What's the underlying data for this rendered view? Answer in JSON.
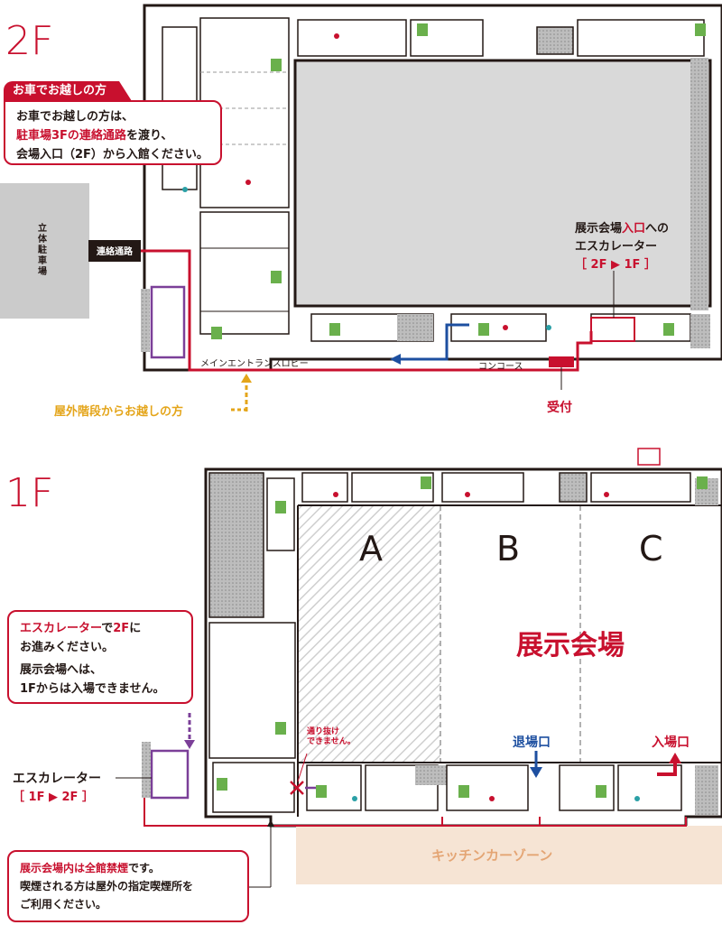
{
  "floor2": {
    "floor_label": "2F",
    "car_callout": {
      "tab": "お車でお越しの方",
      "line1": "お車でお越しの方は、",
      "line2_red": "駐車場3Fの連絡通路",
      "line2_rest": "を渡り、",
      "line3": "会場入口（2F）から入館ください。"
    },
    "parking_label": "立体駐車場",
    "bridge_label": "連絡通路",
    "main_lobby_label": "メインエントランスロビー",
    "concourse_label": "コンコース",
    "reception_label": "受付",
    "outdoor_stairs_label": "屋外階段からお越しの方",
    "escalator_callout": {
      "line1_pre": "展示会場",
      "line1_red": "入口",
      "line1_post": "への",
      "line2": "エスカレーター",
      "line3": "［ 2F ▶ 1F ］"
    }
  },
  "floor1": {
    "floor_label": "1F",
    "hall_labels": [
      "A",
      "B",
      "C"
    ],
    "hall_name": "展示会場",
    "escalator_callout": {
      "line1_red": "エスカレーター",
      "line1_mid": "で",
      "line1_red2": "2F",
      "line1_post": "に",
      "line2": "お進みください。",
      "line3": "展示会場へは、",
      "line4": "1Fからは入場できません。"
    },
    "escalator_label": "エスカレーター",
    "escalator_dir": "［ 1F ▶ 2F ］",
    "no_pass_line1": "通り抜け",
    "no_pass_line2": "できません。",
    "exit_label": "退場口",
    "entrance_label": "入場口",
    "kitchen_zone_label": "キッチンカーゾーン",
    "smoking_callout": {
      "line1_red": "展示会場内は全館禁煙",
      "line1_post": "です。",
      "line2": "喫煙される方は屋外の指定喫煙所を",
      "line3": "ご利用ください。"
    }
  },
  "colors": {
    "accent_red": "#c8102e",
    "route_blue": "#1d4fa0",
    "stairs_yellow": "#e4a51a",
    "escalator_purple": "#7b3f98",
    "hall_gray": "#d9d9d9",
    "kitchen_zone": "#f6e4d4",
    "wc_green": "#6ab04c"
  }
}
